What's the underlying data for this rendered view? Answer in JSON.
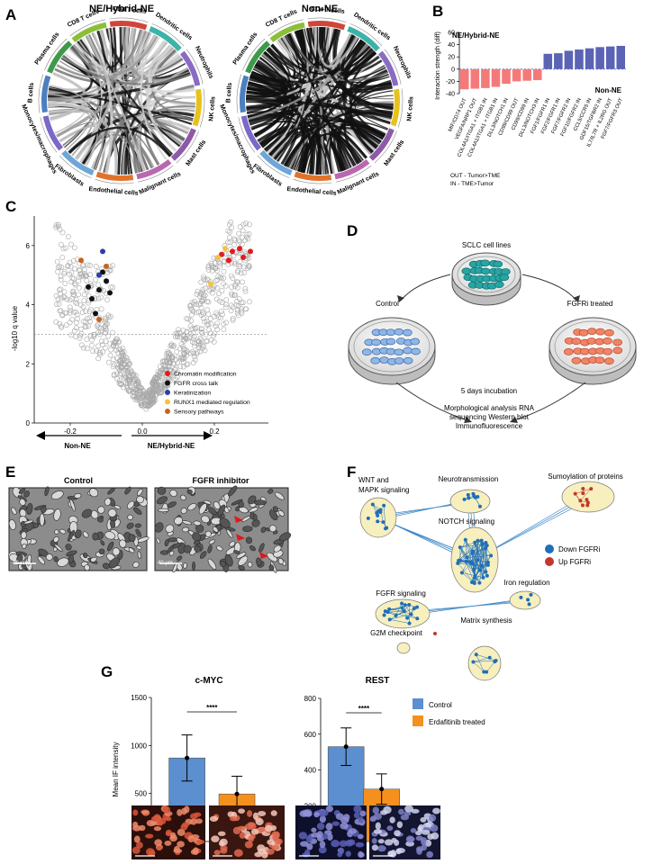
{
  "panels": {
    "A": {
      "letter": "A",
      "left_title": "NE/Hybrid-NE",
      "right_title": "Non-NE",
      "cell_types": [
        "Dendritic cells",
        "Neutrophils",
        "NK cells",
        "Mast cells",
        "Malignant cells",
        "Endothelial cells",
        "Fibroblasts",
        "Monocytes/macrophages",
        "B cells",
        "Plasma cells",
        "CD8 T cells",
        "CD4 T cells"
      ],
      "sector_colors": [
        "#3bb3a8",
        "#8a6bc4",
        "#e8c21c",
        "#8e5aa8",
        "#b968b0",
        "#e0732a",
        "#6fa6d8",
        "#7b68c8",
        "#4c7fc0",
        "#3d9a4a",
        "#8bbf3a",
        "#d0453a"
      ]
    },
    "B": {
      "letter": "B",
      "ne_label": "NE/Hybrid-NE",
      "nonne_label": "Non-NE",
      "legend_out": "OUT - Tumor>TME",
      "legend_in": "IN - TME>Tumor"
    },
    "C": {
      "letter": "C",
      "legend": [
        {
          "label": "Chromatin modification",
          "color": "#e41a1c"
        },
        {
          "label": "FGFR cross talk",
          "color": "#111111"
        },
        {
          "label": "Keratinization",
          "color": "#2b3fa8"
        },
        {
          "label": "RUNX1 mediated regulation",
          "color": "#f5c242"
        },
        {
          "label": "Sensory pathways",
          "color": "#c8641e"
        }
      ],
      "arrow_left": "Non-NE",
      "arrow_right": "NE/Hybrid-NE"
    },
    "D": {
      "letter": "D",
      "top_label": "SCLC cell lines",
      "control_label": "Control",
      "treated_label": "FGFRi treated",
      "incubation_label": "5 days incubation",
      "analysis_line1": "Morphological analysis RNA",
      "analysis_line2": "sequencing Western blot",
      "analysis_line3": "Immunofluorescence"
    },
    "E": {
      "letter": "E",
      "control_label": "Control",
      "inhibitor_label": "FGFR inhibitor",
      "scale_left": "40 µm",
      "scale_right": "40 µm"
    },
    "F": {
      "letter": "F",
      "clusters": [
        "WNT and MAPK signaling",
        "Neurotransmission",
        "Sumoylation of proteins",
        "NOTCH signaling",
        "FGFR signaling",
        "Iron regulation",
        "Matrix synthesis",
        "G2M checkpoint"
      ],
      "legend_down": "Down FGFRi",
      "legend_up": "Up FGFRi",
      "down_color": "#1f6fb8",
      "up_color": "#c0392b"
    },
    "G": {
      "letter": "G",
      "cmyc_title": "c-MYC",
      "rest_title": "REST",
      "sig": "****",
      "legend_control": "Control",
      "legend_treated": "Erdafitinib treated",
      "control_color": "#5b8fd0",
      "treated_color": "#f5901e"
    }
  },
  "chart_data": [
    {
      "type": "bar",
      "panel": "B",
      "ylabel": "Interaction strength (diff)",
      "ylim": [
        -40,
        60
      ],
      "yticks": [
        -40,
        -20,
        0,
        20,
        40,
        60
      ],
      "categories": [
        "MIF/CD74 OUT",
        "VEGFA/NRP1 OUT",
        "COL4A1/ITGA1 + ITGB1 IN",
        "COL4A1/ITGA1 + ITGB1 IN",
        "DLL3/NOTCH1 IN",
        "CD99/CD99 OUT",
        "CD99/CD99 IN",
        "DLL3/NOTCH3 IN",
        "FGF1/FGFR1 IN",
        "FGF2/FGFR1 IN",
        "FGF7/FGFR2 IN",
        "FGF10/FGFR2 IN",
        "CCL5/CCR5 IN",
        "GDF15/TGFBR2 IN",
        "IL7/IL7R + IL2RG OUT",
        "FGF7/FGFR3 OUT"
      ],
      "values": [
        -33,
        -32,
        -31,
        -29,
        -24,
        -20,
        -19,
        -18,
        25,
        26,
        30,
        32,
        34,
        36,
        37,
        38
      ],
      "colors": [
        "#f47a7a",
        "#f47a7a",
        "#f47a7a",
        "#f47a7a",
        "#f47a7a",
        "#f47a7a",
        "#f47a7a",
        "#f47a7a",
        "#5b63b5",
        "#5b63b5",
        "#5b63b5",
        "#5b63b5",
        "#5b63b5",
        "#5b63b5",
        "#5b63b5",
        "#5b63b5"
      ]
    },
    {
      "type": "scatter",
      "panel": "C",
      "ylabel": "-log10 q value",
      "xlim": [
        -0.3,
        0.35
      ],
      "ylim": [
        0,
        7
      ],
      "xticks": [
        -0.2,
        0.0,
        0.2
      ],
      "xtick_labels": [
        "-0.2",
        "0.0",
        "0.2"
      ],
      "yticks": [
        0,
        2,
        4,
        6
      ],
      "threshold": 3,
      "highlight": [
        {
          "category": "Chromatin modification",
          "points": [
            [
              0.25,
              5.8
            ],
            [
              0.27,
              5.9
            ],
            [
              0.3,
              5.8
            ],
            [
              0.28,
              5.6
            ],
            [
              0.22,
              5.7
            ],
            [
              0.24,
              5.5
            ]
          ]
        },
        {
          "category": "FGFR cross talk",
          "points": [
            [
              -0.15,
              4.6
            ],
            [
              -0.14,
              4.2
            ],
            [
              -0.12,
              4.5
            ],
            [
              -0.13,
              3.7
            ],
            [
              -0.1,
              4.8
            ],
            [
              -0.11,
              5.1
            ],
            [
              -0.09,
              4.4
            ]
          ]
        },
        {
          "category": "Keratinization",
          "points": [
            [
              -0.11,
              5.8
            ],
            [
              -0.12,
              5.0
            ]
          ]
        },
        {
          "category": "RUNX1 mediated regulation",
          "points": [
            [
              0.23,
              5.9
            ],
            [
              0.21,
              5.6
            ],
            [
              0.19,
              4.7
            ]
          ]
        },
        {
          "category": "Sensory pathways",
          "points": [
            [
              -0.17,
              5.5
            ],
            [
              -0.1,
              5.3
            ],
            [
              -0.12,
              3.5
            ]
          ]
        }
      ]
    },
    {
      "type": "bar",
      "panel": "G-cMYC",
      "ylabel": "Mean IF intensity",
      "ylim": [
        0,
        1500
      ],
      "yticks": [
        0,
        500,
        1000,
        1500
      ],
      "categories": [
        "Control",
        "Erdafitinib treated"
      ],
      "values": [
        870,
        495
      ],
      "errors": [
        240,
        185
      ]
    },
    {
      "type": "bar",
      "panel": "G-REST",
      "ylim": [
        0,
        800
      ],
      "yticks": [
        0,
        200,
        400,
        600,
        800
      ],
      "categories": [
        "Control",
        "Erdafitinib treated"
      ],
      "values": [
        530,
        293
      ],
      "errors": [
        105,
        85
      ]
    }
  ]
}
